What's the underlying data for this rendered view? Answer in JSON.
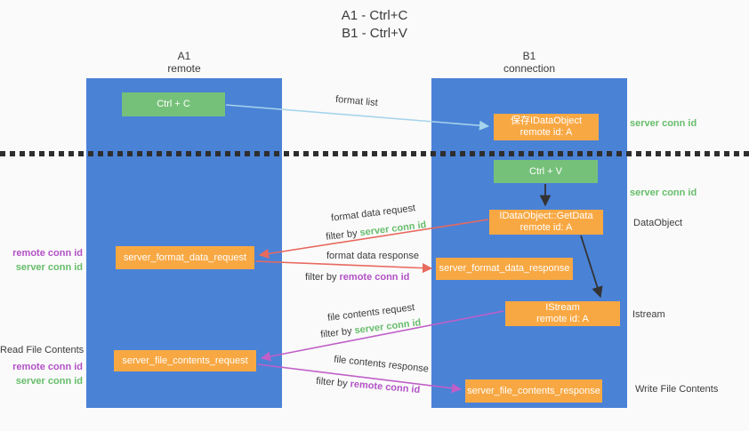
{
  "title": {
    "line1": "A1 - Ctrl+C",
    "line2": "B1 - Ctrl+V"
  },
  "lanes": {
    "left": {
      "header_line1": "A1",
      "header_line2": "remote"
    },
    "right": {
      "header_line1": "B1",
      "header_line2": "connection"
    }
  },
  "boxes": {
    "ctrl_c": {
      "label": "Ctrl + C"
    },
    "save_idataobject": {
      "line1": "保存IDataObject",
      "line2": "remote id: A"
    },
    "ctrl_v": {
      "label": "Ctrl + V"
    },
    "getdata": {
      "line1": "IDataObject::GetData",
      "line2": "remote id: A"
    },
    "server_format_data_request": {
      "label": "server_format_data_request"
    },
    "server_format_data_response": {
      "label": "server_format_data_response"
    },
    "istream": {
      "line1": "IStream",
      "line2": "remote id: A"
    },
    "server_file_contents_request": {
      "label": "server_file_contents_request"
    },
    "server_file_contents_response": {
      "label": "server_file_contents_response"
    }
  },
  "arrow_labels": {
    "format_list": "format list",
    "format_data_request": "format data request",
    "format_data_response": "format data response",
    "file_contents_request": "file contents request",
    "file_contents_response": "file contents response",
    "filter_by": "filter by ",
    "server_conn_id": "server conn id",
    "remote_conn_id": "remote conn id"
  },
  "side_labels": {
    "right_server_conn_id_1": "server conn id",
    "right_server_conn_id_2": "server conn id",
    "dataobject": "DataObject",
    "istream": "Istream",
    "write_file_contents": "Write File Contents",
    "read_file_contents": "Read File Contents",
    "left_remote_conn_id_1": "remote conn id",
    "left_server_conn_id_1": "server conn id",
    "left_remote_conn_id_2": "remote conn id",
    "left_server_conn_id_2": "server conn id"
  },
  "colors": {
    "column_blue": "#4a82d6",
    "box_green": "#76c17a",
    "box_orange": "#f8a843",
    "arrow_lightblue": "#a5d4ec",
    "arrow_red": "#e8695e",
    "arrow_magenta": "#c05fc8",
    "arrow_black": "#333333",
    "text_green": "#67bd6b",
    "text_purple": "#b152c5"
  }
}
